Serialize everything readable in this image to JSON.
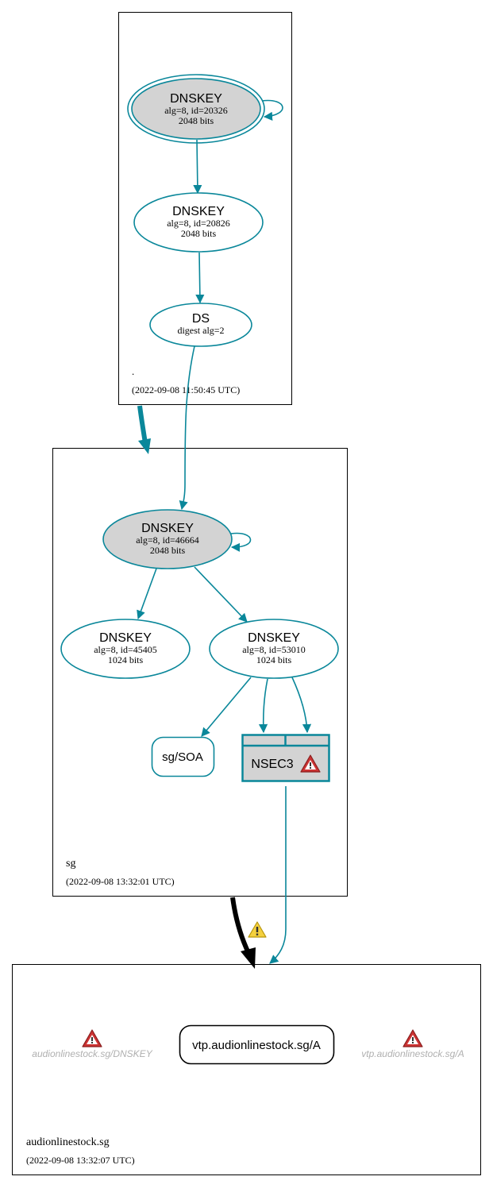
{
  "colors": {
    "teal": "#0a879a",
    "ksk_fill": "#d3d3d3",
    "zone_border": "#000000",
    "warning_red": "#cc3333",
    "warning_yellow": "#f4d03f",
    "missing_text": "#b0b0b0"
  },
  "zones": {
    "root": {
      "name": ".",
      "timestamp": "(2022-09-08 11:50:45 UTC)"
    },
    "sg": {
      "name": "sg",
      "timestamp": "(2022-09-08 13:32:01 UTC)"
    },
    "audionlinestock": {
      "name": "audionlinestock.sg",
      "timestamp": "(2022-09-08 13:32:07 UTC)"
    }
  },
  "nodes": {
    "root_ksk": {
      "title": "DNSKEY",
      "line1": "alg=8, id=20326",
      "line2": "2048 bits"
    },
    "root_zsk": {
      "title": "DNSKEY",
      "line1": "alg=8, id=20826",
      "line2": "2048 bits"
    },
    "root_ds": {
      "title": "DS",
      "line1": "digest alg=2"
    },
    "sg_ksk": {
      "title": "DNSKEY",
      "line1": "alg=8, id=46664",
      "line2": "2048 bits"
    },
    "sg_zsk1": {
      "title": "DNSKEY",
      "line1": "alg=8, id=45405",
      "line2": "1024 bits"
    },
    "sg_zsk2": {
      "title": "DNSKEY",
      "line1": "alg=8, id=53010",
      "line2": "1024 bits"
    },
    "sg_soa": {
      "title": "sg/SOA"
    },
    "sg_nsec3": {
      "title": "NSEC3",
      "icon": "warning-icon"
    },
    "leaf_dnskey": {
      "title": "audionlinestock.sg/DNSKEY",
      "icon": "error-icon"
    },
    "leaf_a": {
      "title": "vtp.audionlinestock.sg/A"
    },
    "leaf_missing_a": {
      "title": "vtp.audionlinestock.sg/A",
      "icon": "error-icon"
    }
  },
  "edge_icons": {
    "delegation_warning": "warning-icon"
  }
}
